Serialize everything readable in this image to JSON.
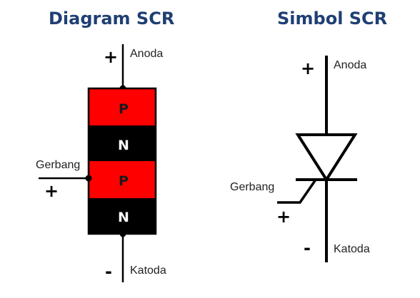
{
  "diagram": {
    "title": "Diagram SCR",
    "anode_sign": "+",
    "anode_label": "Anoda",
    "gate_label": "Gerbang",
    "gate_sign": "+",
    "cathode_sign": "-",
    "cathode_label": "Katoda",
    "layers": [
      {
        "label": "P",
        "fill": "#ff0000",
        "text_color": "#1a1a1a"
      },
      {
        "label": "N",
        "fill": "#000000",
        "text_color": "#ffffff"
      },
      {
        "label": "P",
        "fill": "#ff0000",
        "text_color": "#1a1a1a"
      },
      {
        "label": "N",
        "fill": "#000000",
        "text_color": "#ffffff"
      }
    ]
  },
  "symbol": {
    "title": "Simbol SCR",
    "anode_sign": "+",
    "anode_label": "Anoda",
    "gate_label": "Gerbang",
    "gate_sign": "+",
    "cathode_sign": "-",
    "cathode_label": "Katoda"
  },
  "colors": {
    "title": "#1f3f73",
    "p_layer": "#ff0000",
    "n_layer": "#000000",
    "line": "#000000"
  }
}
